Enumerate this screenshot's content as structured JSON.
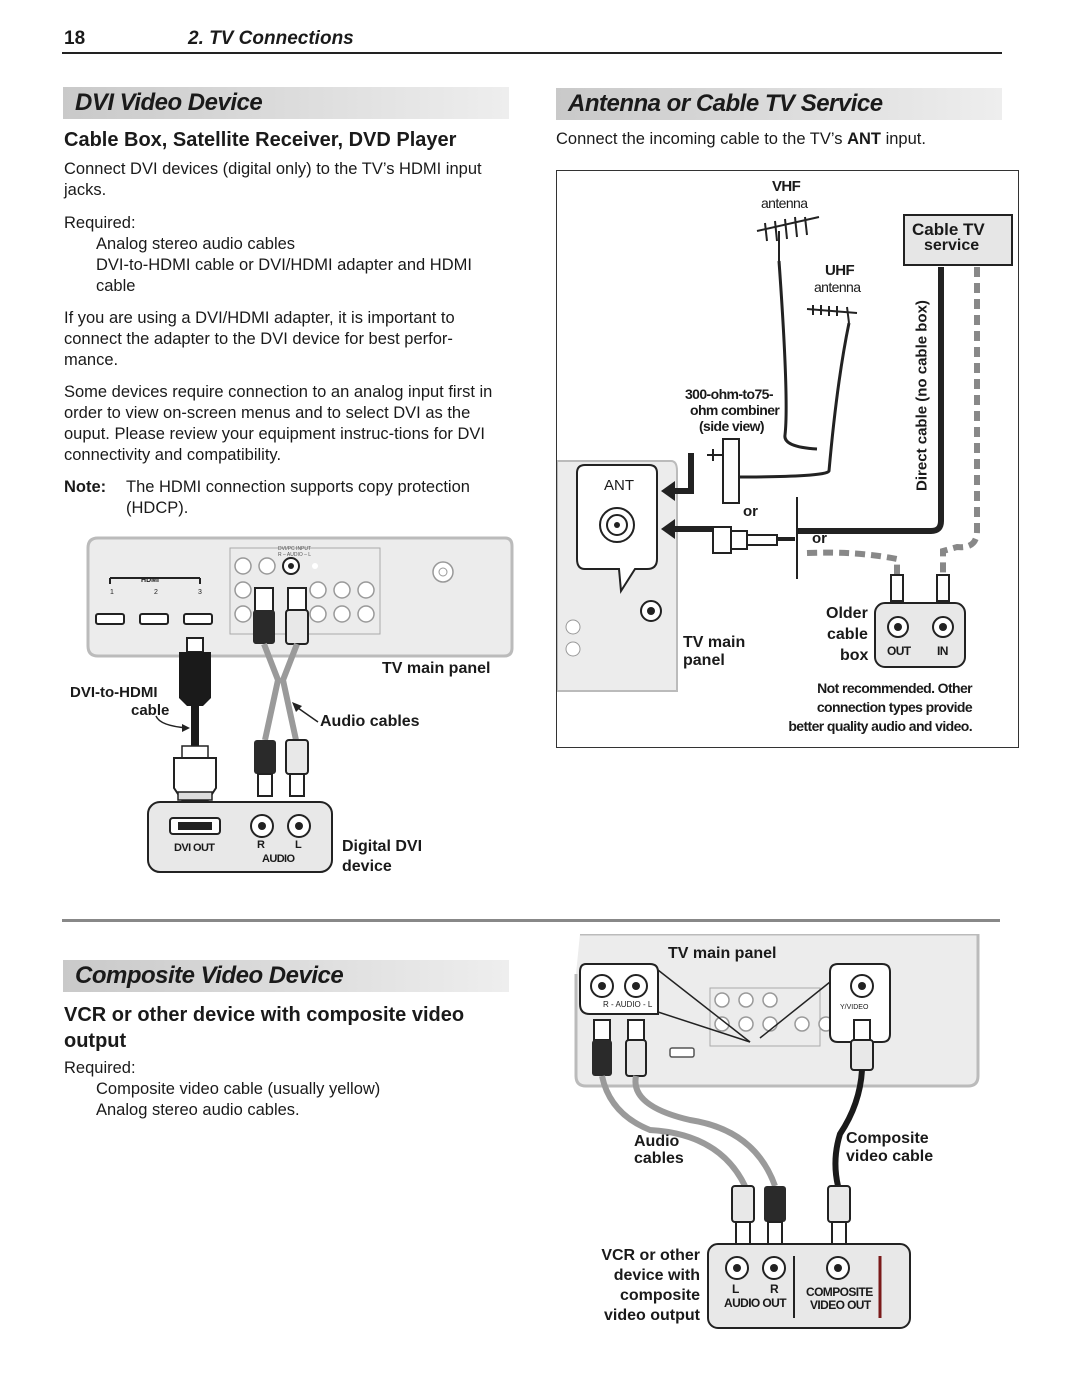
{
  "header": {
    "page_number": "18",
    "chapter_title": "2. TV Connections"
  },
  "dvi": {
    "title": "DVI Video Device",
    "subtitle": "Cable Box, Satellite Receiver, DVD Player",
    "intro": "Connect DVI devices (digital only) to the TV’s HDMI input jacks.",
    "required_label": "Required:",
    "required_items": [
      "Analog stereo audio cables",
      "DVI-to-HDMI cable or DVI/HDMI adapter and HDMI cable"
    ],
    "para1": "If you are using a DVI/HDMI adapter, it is important to connect the adapter to the DVI device for best perfor-mance.",
    "para2": "Some devices require connection to an analog input first in order to view on-screen menus and to select DVI as the ouput.  Please review your equipment instruc-tions for DVI connectivity and compatibility.",
    "note_label": "Note:",
    "note_text": "The HDMI connection supports copy protection (HDCP).",
    "diagram": {
      "tv_main_panel": "TV main panel",
      "dvi_hdmi_cable_1": "DVI-to-HDMI",
      "dvi_hdmi_cable_2": "cable",
      "audio_cables": "Audio cables",
      "digital_dvi_1": "Digital DVI",
      "digital_dvi_2": "device",
      "dvi_out": "DVI OUT",
      "r": "R",
      "l": "L",
      "audio": "AUDIO",
      "hdmi": "HDMI",
      "hdmi_nums": [
        "1",
        "2",
        "3"
      ],
      "dvi_pc_input": "DVI/PC INPUT",
      "dvi_pc_audio": "R – AUDIO – L"
    }
  },
  "antenna": {
    "title": "Antenna or Cable TV Service",
    "intro_pre": "Connect the incoming cable to the TV’s ",
    "intro_bold": "ANT",
    "intro_post": " input.",
    "diagram": {
      "vhf": "VHF",
      "vhf_sub": "antenna",
      "uhf": "UHF",
      "uhf_sub": "antenna",
      "cable_tv_1": "Cable TV",
      "cable_tv_2": "service",
      "combiner_1": "300-ohm-to75-",
      "combiner_2": "ohm combiner",
      "combiner_3": "(side view)",
      "direct_cable": "Direct cable (no cable box)",
      "ant": "ANT",
      "or1": "or",
      "or2": "or",
      "tv_main_1": "TV main",
      "tv_main_2": "panel",
      "older_1": "Older",
      "older_2": "cable",
      "older_3": "box",
      "out": "OUT",
      "in": "IN",
      "note_1": "Not recommended.  Other",
      "note_2": "connection types provide",
      "note_3": "better quality audio and video."
    }
  },
  "composite": {
    "title": "Composite Video Device",
    "subtitle": "VCR or other device with composite video output",
    "required_label": "Required:",
    "required_items": [
      "Composite video cable (usually yellow)",
      "Analog stereo audio cables."
    ],
    "diagram": {
      "tv_main_panel": "TV main panel",
      "r_audio_l": "R - AUDIO - L",
      "y_video": "Y/VIDEO",
      "audio_cables_1": "Audio",
      "audio_cables_2": "cables",
      "composite_cable_1": "Composite",
      "composite_cable_2": "video cable",
      "vcr_1": "VCR or other",
      "vcr_2": "device with",
      "vcr_3": "composite",
      "vcr_4": "video output",
      "l": "L",
      "r": "R",
      "audio_out": "AUDIO OUT",
      "composite_1": "COMPOSITE",
      "composite_2": "VIDEO OUT"
    }
  },
  "colors": {
    "heading_bar": "#d0d0d0",
    "cable_gray": "#9a9a9a",
    "panel_gray": "#e8e8e8",
    "line_dark": "#1a1a1a"
  }
}
